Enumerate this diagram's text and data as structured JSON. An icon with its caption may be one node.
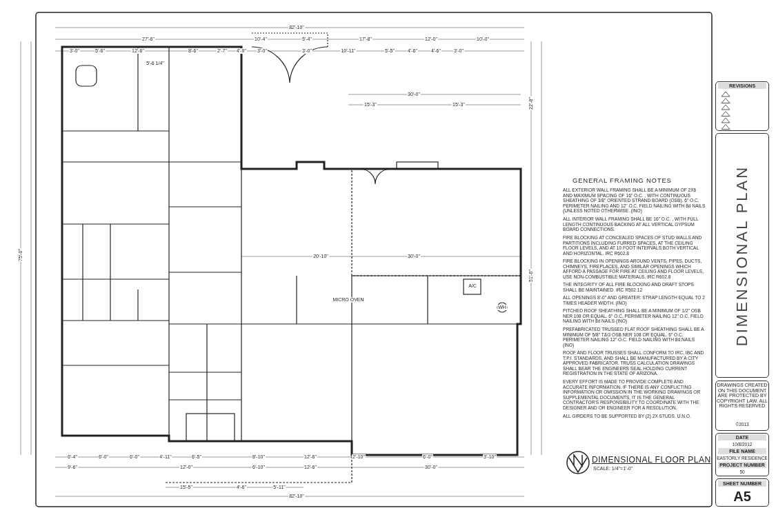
{
  "diagram": {
    "title": "DIMENSIONAL FLOOR PLAN",
    "nodes": [
      {
        "text": [
          "REVISIONS"
        ]
      },
      {
        "text": [
          "DIMENSIONAL PLAN"
        ]
      },
      {
        "text": [
          "DRAWINGS CREATED ON THIS DOCUMENT ARE PROTECTED BY COPYRIGHT LAW. ALL RIGHTS RESERVED",
          "©2013"
        ]
      },
      {
        "text": [
          "DATE",
          "10/8/2012",
          "FILE NAME",
          "EASTORLY RESIDENCE",
          "PROJECT NUMBER",
          "50"
        ]
      },
      {
        "text": [
          "SHEET NUMBER",
          "A5"
        ]
      }
    ],
    "labels": [
      "GENERAL FRAMING NOTES",
      "ALL EXTERIOR WALL FRAMING SHALL BE A MINIMUM OF 2X6 AND MAXIMUM SPACING OF 16\" O.C. , WITH CONTINUOUS SHEATHING OF 3/8\" ORIENTED STRAND BOARD (OSB). 6\" O.C. PERIMETER NAILING AND 12\" O.C. FIELD NAILING WITH 8d NAILS (UNLESS NOTED OTHERWISE. (INO)",
      "ALL INTERIOR WALL FRAMING SHALL BE 16\" O.C. , WITH FULL LENGTH CONTINUOUS BACKING AT ALL VERTICAL GYPSUM BOARD CONNECTIONS.",
      "FIRE BLOCKING AT CONCEALED SPACES OF STUD WALLS AND PARTITIONS INCLUDING FURRED SPACES, AT THE CEILING FLOOR LEVELS, AND AT 10 FOOT INTERVALS BOTH VERTICAL AND HORIZONTAL. IRC R602.8",
      "FIRE BLOCKING IN OPENINGS AROUND VENTS, PIPES, DUCTS, CHIMNEYS, FIREPLACES, AND SIMILAR OPENINGS WHICH AFFORD A PASSAGE FOR FIRE AT CEILING AND FLOOR LEVELS, USE NON-COMBUSTIBLE MATERIALS. IRC R602.8",
      "THE INTEGRITY OF ALL FIRE BLOCKING AND DRAFT STOPS SHALL BE MAINTAINED. IRC R502.12",
      "ALL OPENINGS 8'-0\" AND GREATER: STRAP LENGTH EQUAL TO 2 TIMES HEADER WIDTH. (INO)",
      "PITCHED ROOF SHEATHING SHALL BE A MINIMUM OF 1/2\" OSB NER 108 OR EQUAL. 6\" O.C. PERIMETER NAILING 12\" O.C. FIELD NAILING WITH 8d NAILS (INO)",
      "PREFABRICATED TRUSSED FLAT ROOF SHEATHING SHALL BE A MINIMUM OF 5/8\" T&G OSB NER 108 OR EQUAL. 6\" O.C. PERIMETER NAILING 12\" O.C. FIELD NAILING WITH 8d NAILS (INO)",
      "ROOF AND FLOOR TRUSSES SHALL CONFORM TO IRC, IBC AND T.P.I. STANDARDS, AND SHALL BE MANUFACTURED BY A CITY APPROVED FABRICATOR. TRUSS CALCULATION DRAWINGS SHALL BEAR THE ENGINEERS SEAL HOLDING CURRENT REGISTRATION IN THE STATE OF ARIZONA.",
      "EVERY EFFORT IS MADE TO PROVIDE COMPLETE AND ACCURATE INFORMATION. IF THERE IS ANY CONFLICTING INFORMATION OR OMISSION IN THE WORKING DRAWINGS OR SUPPLEMENTAL DOCUMENTS, IT IS THE GENERAL CONTRACTOR'S RESPONSIBILITY TO COORDINATE WITH THE DESIGNER AND OR ENGINEER FOR A RESOLUTION.",
      "ALL GIRDERS TO BE SUPPORTED BY (2) 2X STUDS. U.N.O.",
      "SCALE: 1/4\"=1'-0\"",
      "82'-10\"",
      "27'-6\"",
      "10'-4\"",
      "5'-4\"",
      "17'-8\"",
      "12'-0\"",
      "10'-0\"",
      "3'-0\"",
      "5'-6\"",
      "12'-6\"",
      "8'-6\"",
      "2'-7\"",
      "4'-9\"",
      "3'-0\"",
      "3'-0\"",
      "10'-11\"",
      "5'-5\"",
      "4'-6\"",
      "4'-6\"",
      "3'-0\"",
      "5'-6 1/4\"",
      "30'-0\"",
      "15'-3\"",
      "15'-3\"",
      "20'-10\"",
      "30'-0\"",
      "MICRO OVEN",
      "A/C",
      "WH",
      "6'-4\"",
      "6'-0\"",
      "6'-0\"",
      "4'-11\"",
      "6'-5\"",
      "8'-10\"",
      "12'-6\"",
      "2'-10\"",
      "6'-0\"",
      "3'-10\"",
      "9'-6\"",
      "12'-0\"",
      "6'-10\"",
      "12'-6\"",
      "30'-0\"",
      "15'-5\"",
      "4'-6\"",
      "5'-11\"",
      "82'-10\"",
      "75'-0\"",
      "22'-8\"",
      "51'-6\""
    ]
  }
}
